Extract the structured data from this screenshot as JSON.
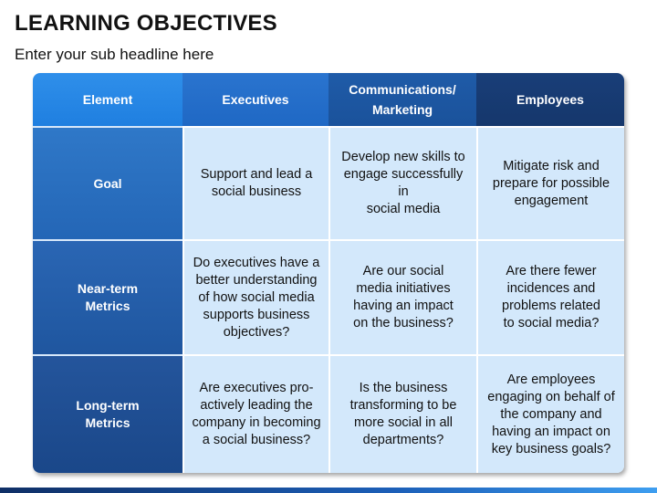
{
  "title": "LEARNING OBJECTIVES",
  "subtitle": "Enter your sub headline here",
  "table": {
    "headers": [
      "Element",
      "Executives",
      "Communications/\nMarketing",
      "Employees"
    ],
    "rows": [
      {
        "label": "Goal",
        "cells": [
          "Support and lead a\nsocial business",
          "Develop new skills to\nengage successfully in\nsocial media",
          "Mitigate risk and\nprepare for possible\nengagement"
        ]
      },
      {
        "label": "Near-term\nMetrics",
        "cells": [
          "Do executives have a\nbetter understanding\nof how social media\nsupports business\nobjectives?",
          "Are our social\nmedia initiatives\nhaving an impact\non the business?",
          "Are there fewer\nincidences and\nproblems related\nto social media?"
        ]
      },
      {
        "label": "Long-term\nMetrics",
        "cells": [
          "Are executives pro-\nactively leading the\ncompany in becoming\na social business?",
          "Is the business\ntransforming to be\nmore social in all\ndepartments?",
          "Are employees\nengaging on behalf of\nthe company and\nhaving an impact on\nkey business goals?"
        ]
      }
    ]
  }
}
